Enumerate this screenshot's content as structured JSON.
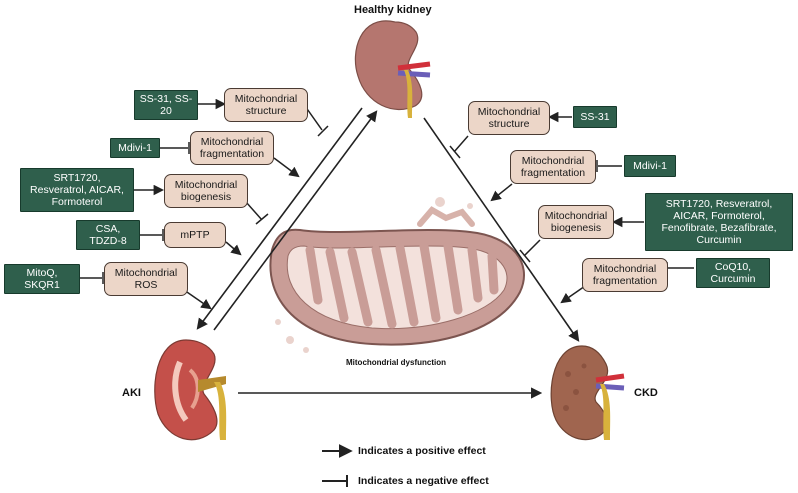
{
  "labels": {
    "healthy_kidney": "Healthy kidney",
    "aki": "AKI",
    "ckd": "CKD",
    "mito_dysfunction": "Mitochondrial dysfunction"
  },
  "left": {
    "mech": [
      "Mitochondrial structure",
      "Mitochondrial fragmentation",
      "Mitochondrial biogenesis",
      "mPTP",
      "Mitochondrial ROS"
    ],
    "drugs": [
      "SS-31, SS-20",
      "Mdivi-1",
      "SRT1720, Resveratrol, AICAR, Formoterol",
      "CSA, TDZD-8",
      "MitoQ, SKQR1"
    ]
  },
  "right": {
    "mech": [
      "Mitochondrial structure",
      "Mitochondrial fragmentation",
      "Mitochondrial biogenesis",
      "Mitochondrial fragmentation"
    ],
    "drugs": [
      "SS-31",
      "Mdivi-1",
      "SRT1720, Resveratrol, AICAR, Formoterol, Fenofibrate, Bezafibrate, Curcumin",
      "CoQ10, Curcumin"
    ]
  },
  "legend": {
    "positive": "Indicates a positive effect",
    "negative": "Indicates a negative effect"
  },
  "colors": {
    "drug_box": "#2f5f4c",
    "mech_box": "#ecd6c8",
    "kidney": "#b5766f",
    "kidney_ckd": "#a0654f",
    "mito_outer": "#c99d97",
    "mito_inner": "#f3e1dc"
  }
}
